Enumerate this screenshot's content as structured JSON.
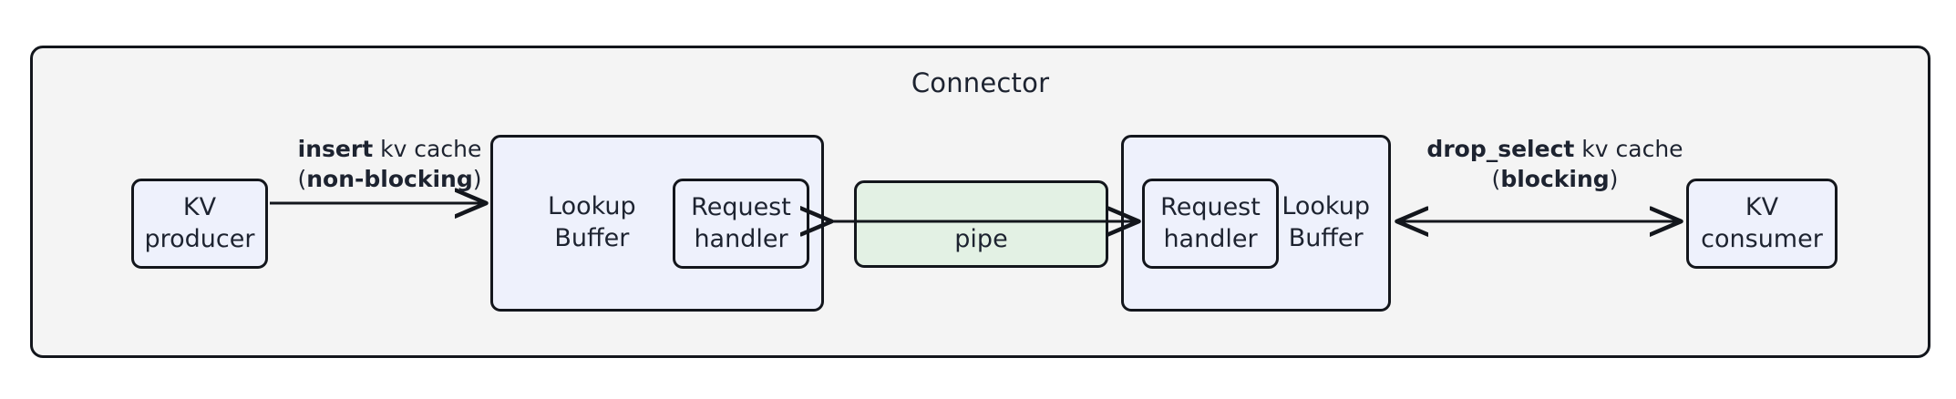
{
  "diagram": {
    "title": "Connector",
    "container_fill": "#f4f4f4",
    "stroke": "#13161c",
    "node_fill_blue": "#eef1fc",
    "node_fill_green": "#e3f1e4"
  },
  "nodes": {
    "kv_producer": "KV\nproducer",
    "kv_producer_line1": "KV",
    "kv_producer_line2": "producer",
    "kv_consumer_line1": "KV",
    "kv_consumer_line2": "consumer",
    "lookup_buffer_left_line1": "Lookup",
    "lookup_buffer_left_line2": "Buffer",
    "lookup_buffer_right_line1": "Lookup",
    "lookup_buffer_right_line2": "Buffer",
    "request_handler_left_line1": "Request",
    "request_handler_left_line2": "handler",
    "request_handler_right_line1": "Request",
    "request_handler_right_line2": "handler",
    "pipe": "pipe"
  },
  "edges": {
    "insert": {
      "bold1": "insert",
      "plain1": " kv cache",
      "paren_open": "(",
      "bold2": "non-blocking",
      "paren_close": ")",
      "direction": "right"
    },
    "drop_select": {
      "bold1": "drop_select",
      "plain1": " kv cache",
      "paren_open": "(",
      "bold2": "blocking",
      "paren_close": ")",
      "direction": "bidirectional"
    },
    "pipe_left": {
      "direction": "left"
    },
    "pipe_right": {
      "direction": "right"
    }
  }
}
